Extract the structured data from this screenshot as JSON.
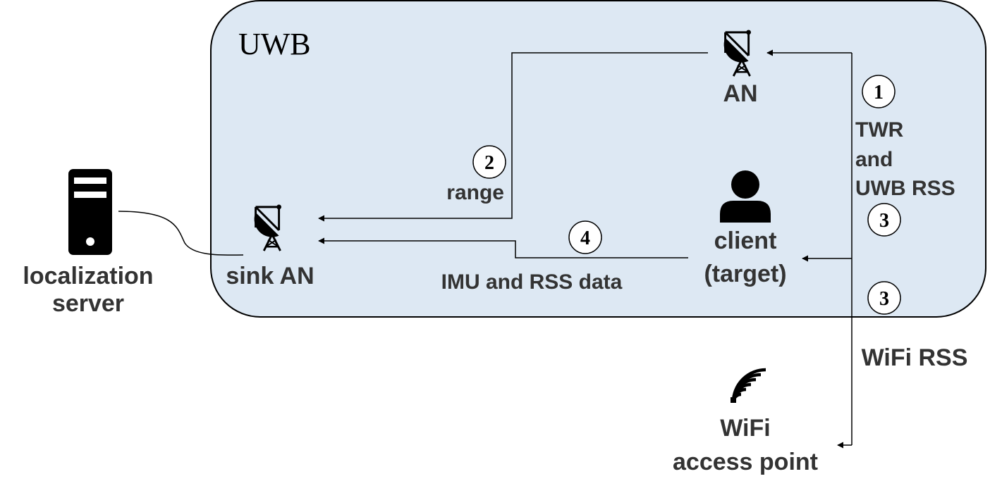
{
  "region": {
    "label": "UWB",
    "fill": "#dde8f3",
    "stroke": "#000000"
  },
  "nodes": {
    "an": "AN",
    "sink_an": "sink AN",
    "server_line1": "localization",
    "server_line2": "server",
    "client_line1": "client",
    "client_line2": "(target)",
    "wifi_line1": "WiFi",
    "wifi_line2": "access point"
  },
  "steps": {
    "s1": "1",
    "s2": "2",
    "s3a": "3",
    "s3b": "3",
    "s4": "4"
  },
  "edge_labels": {
    "twr_line1": "TWR",
    "twr_line2": "and",
    "twr_line3": "UWB RSS",
    "range": "range",
    "imu_rss": "IMU and RSS data",
    "wifi_rss": "WiFi RSS"
  },
  "icons": {
    "anchor": "antenna-tower-icon",
    "server": "server-icon",
    "person": "person-icon",
    "wifi": "wifi-icon"
  }
}
